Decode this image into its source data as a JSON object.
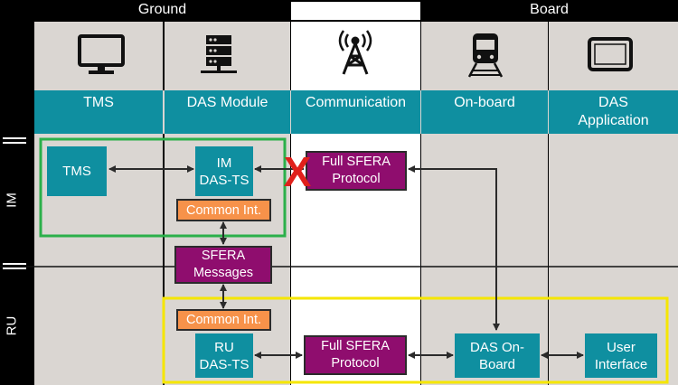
{
  "header": {
    "ground": "Ground",
    "board": "Board"
  },
  "columns": [
    {
      "label": "TMS",
      "icon": "monitor-icon"
    },
    {
      "label": "DAS Module",
      "icon": "server-icon"
    },
    {
      "label": "Communication",
      "icon": "antenna-tower-icon"
    },
    {
      "label": "On-board",
      "icon": "train-icon"
    },
    {
      "label": "DAS Application",
      "label_line1": "DAS",
      "label_line2": "Application",
      "icon": "tablet-icon"
    }
  ],
  "rows": {
    "im": "IM",
    "ru": "RU"
  },
  "nodes": {
    "tms": "TMS",
    "im_das_ts_line1": "IM",
    "im_das_ts_line2": "DAS-TS",
    "common_int_top": "Common Int.",
    "full_sfera_top_line1": "Full SFERA",
    "full_sfera_top_line2": "Protocol",
    "sfera_messages_line1": "SFERA",
    "sfera_messages_line2": "Messages",
    "common_int_bottom": "Common Int.",
    "ru_das_ts_line1": "RU",
    "ru_das_ts_line2": "DAS-TS",
    "full_sfera_bottom_line1": "Full SFERA",
    "full_sfera_bottom_line2": "Protocol",
    "das_onboard_line1": "DAS On-",
    "das_onboard_line2": "Board",
    "user_interface_line1": "User",
    "user_interface_line2": "Interface"
  },
  "marks": {
    "blocked": "X"
  },
  "colors": {
    "teal": "#0f8fa0",
    "magenta": "#8f0d6e",
    "orange": "#f7924a",
    "green_outline": "#2bb04a",
    "yellow_outline": "#f5e600",
    "red_x": "#e0201b",
    "column_bg": "#dad6d2"
  }
}
